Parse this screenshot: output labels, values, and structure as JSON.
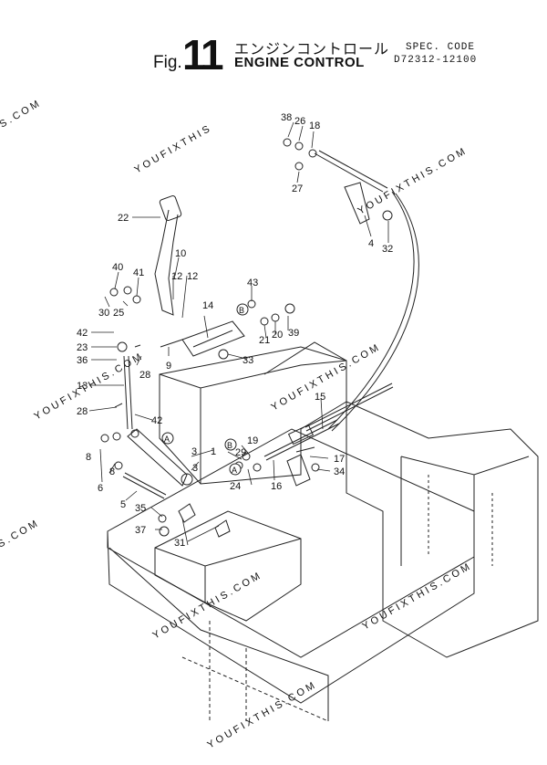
{
  "header": {
    "fig_label": "Fig.",
    "fig_number": "11",
    "title_jp": "エンジンコントロール",
    "title_en": "ENGINE CONTROL",
    "spec_label": "SPEC. CODE",
    "spec_value": "D72312-12100"
  },
  "watermark": {
    "text": "YOUFIXTHIS.COM",
    "parts": [
      "S.COM",
      "YOUFIXTHIS",
      "YOUFIXTHIS.COM",
      "YOUFIXTHIS.COM",
      "YOUFIXTHIS.COM",
      "S.COM",
      "YOUFIXTHIS.COM",
      "YOUFIXTHIS.COM"
    ]
  },
  "callouts": {
    "c1": "1",
    "c3a": "3",
    "c3b": "3",
    "c4": "4",
    "c5": "5",
    "c6": "6",
    "c8a": "8",
    "c8b": "8",
    "c9": "9",
    "c10": "10",
    "c12a": "12",
    "c12b": "12",
    "c13": "13",
    "c14": "14",
    "c15": "15",
    "c16": "16",
    "c17": "17",
    "c18": "18",
    "c19": "19",
    "c20": "20",
    "c21": "21",
    "c22": "22",
    "c23": "23",
    "c24": "24",
    "c25": "25",
    "c26": "26",
    "c27": "27",
    "c28a": "28",
    "c28b": "28",
    "c29": "29",
    "c30": "30",
    "c31": "31",
    "c32": "32",
    "c33": "33",
    "c34": "34",
    "c35": "35",
    "c36": "36",
    "c37": "37",
    "c38": "38",
    "c39": "39",
    "c40": "40",
    "c41": "41",
    "c42a": "42",
    "c42b": "42",
    "c43": "43"
  },
  "circled": {
    "a1": "A",
    "a2": "A",
    "b1": "B",
    "b2": "B"
  }
}
